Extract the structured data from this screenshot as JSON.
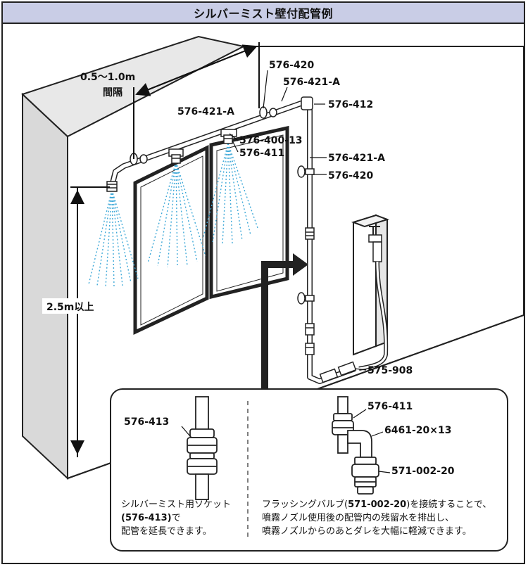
{
  "title": "シルバーミスト壁付配管例",
  "dimensions": {
    "spacing_value": "0.5〜1.0m",
    "spacing_label": "間隔",
    "height_label": "2.5m以上"
  },
  "callouts": {
    "c1": "576-420",
    "c2": "576-421-A",
    "c3": "576-412",
    "c4": "576-421-A",
    "c5": "576-400-13",
    "c6": "576-411",
    "c7": "576-421-A",
    "c8": "576-420",
    "c9": "575-908"
  },
  "detail": {
    "left_part": "576-413",
    "left_caption_1": "シルバーミスト用ソケット",
    "left_caption_code": "(576-413)",
    "left_caption_2": "で",
    "left_caption_3": "配管を延長できます。",
    "right_part_1": "576-411",
    "right_part_2": "6461-20×13",
    "right_part_3": "571-002-20",
    "right_caption_1a": "フラッシングバルブ(",
    "right_caption_code": "571-002-20",
    "right_caption_1b": ")を接続することで、",
    "right_caption_2": "噴霧ノズル使用後の配管内の残留水を排出し、",
    "right_caption_3": "噴霧ノズルからのあとダレを大幅に軽減できます。"
  },
  "colors": {
    "header_bg": "#c9cde6",
    "mist": "#3fa9d8",
    "outline": "#222222",
    "wall_shade": "#d9d9d9"
  }
}
